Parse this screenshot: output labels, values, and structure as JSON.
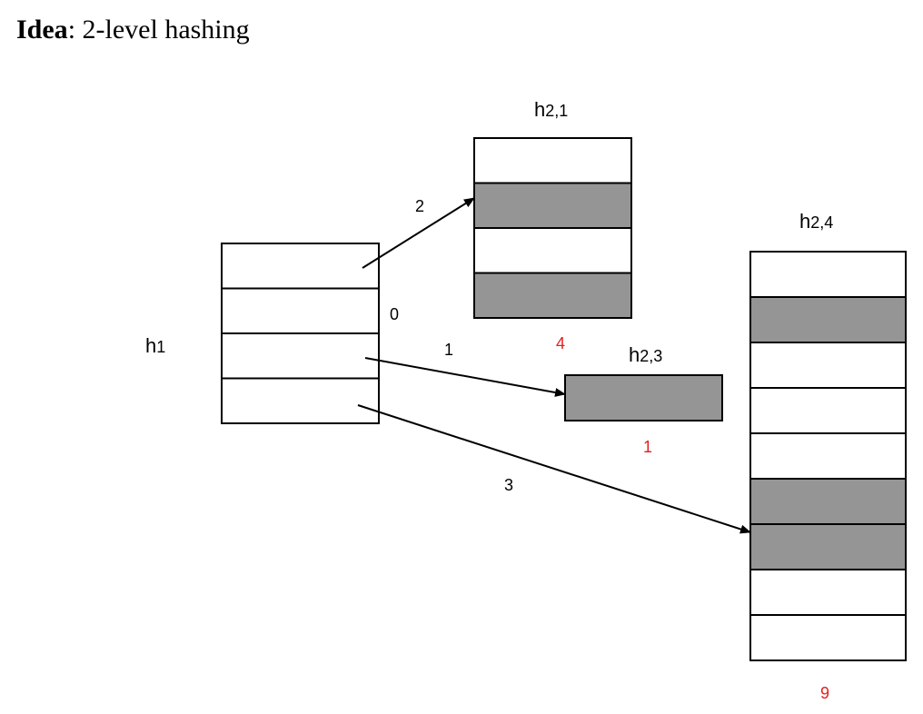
{
  "title": {
    "bold": "Idea",
    "rest": ": 2-level hashing"
  },
  "primary": {
    "name_main": "h",
    "name_sub": "1",
    "slots": 4,
    "filled": []
  },
  "secondary": [
    {
      "name_main": "h",
      "name_sub": "2,1",
      "count": "4",
      "slots": 4,
      "filled": [
        1,
        3
      ]
    },
    {
      "name_main": "h",
      "name_sub": "2,3",
      "count": "1",
      "slots": 1,
      "filled": [
        0
      ]
    },
    {
      "name_main": "h",
      "name_sub": "2,4",
      "count": "9",
      "slots": 9,
      "filled": [
        1,
        5,
        6
      ]
    }
  ],
  "pointers": [
    {
      "label": "2",
      "from_slot": 0,
      "to": "h2,1"
    },
    {
      "label": "0",
      "from_slot": 1,
      "to": null
    },
    {
      "label": "1",
      "from_slot": 2,
      "to": "h2,3"
    },
    {
      "label": "3",
      "from_slot": 3,
      "to": "h2,4"
    }
  ],
  "colors": {
    "filled_cell": "#959595",
    "empty_cell": "#ffffff",
    "border": "#000000",
    "count_text": "#e31e1e"
  }
}
